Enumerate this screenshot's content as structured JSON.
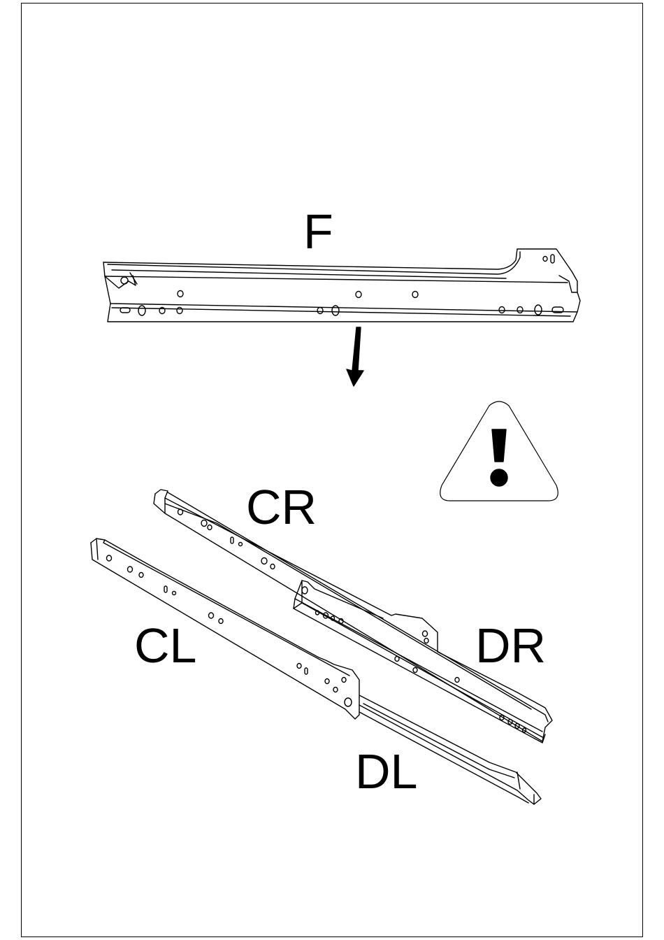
{
  "labels": {
    "f": "F",
    "cr": "CR",
    "cl": "CL",
    "dr": "DR",
    "dl": "DL"
  },
  "icons": {
    "warning": "warning-triangle-icon",
    "arrow": "arrow-down-icon"
  },
  "colors": {
    "line": "#000000",
    "background": "#ffffff",
    "warning_symbol": "#000000"
  }
}
